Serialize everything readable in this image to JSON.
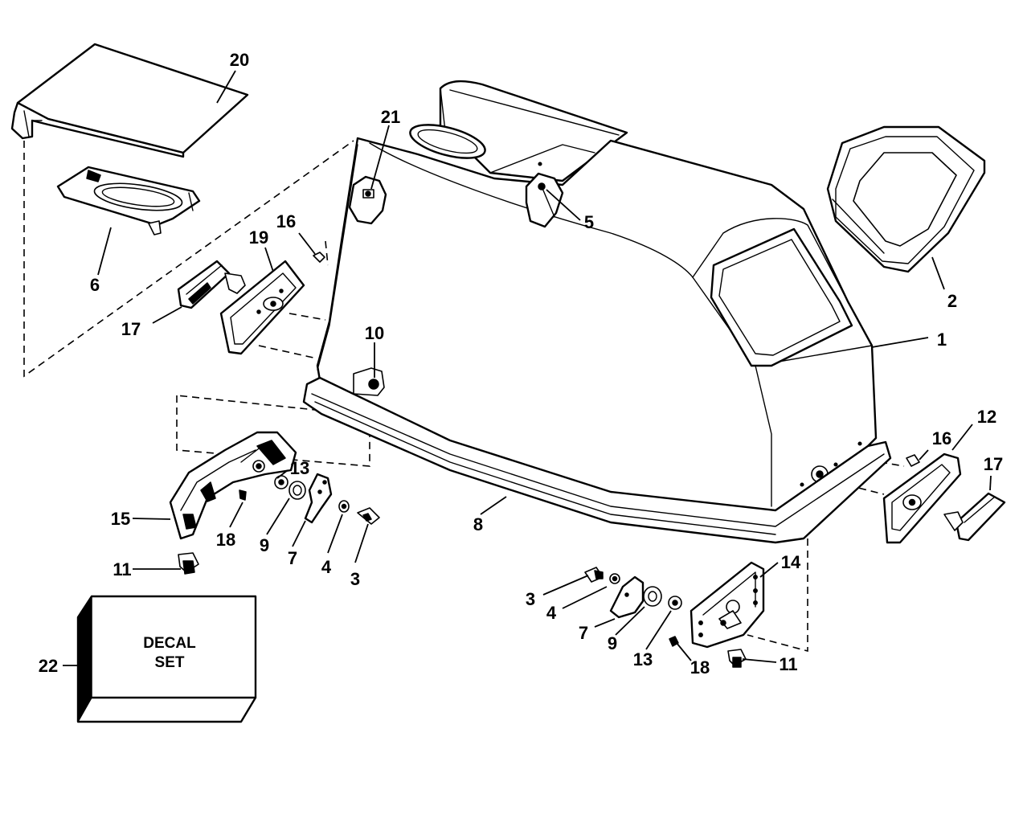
{
  "callouts": {
    "c1": "1",
    "c2": "2",
    "c3a": "3",
    "c3b": "3",
    "c4a": "4",
    "c4b": "4",
    "c5": "5",
    "c6": "6",
    "c7a": "7",
    "c7b": "7",
    "c8": "8",
    "c9a": "9",
    "c9b": "9",
    "c10": "10",
    "c11a": "11",
    "c11b": "11",
    "c12": "12",
    "c13a": "13",
    "c13b": "13",
    "c14": "14",
    "c15": "15",
    "c16a": "16",
    "c16b": "16",
    "c17a": "17",
    "c17b": "17",
    "c18a": "18",
    "c18b": "18",
    "c19": "19",
    "c20": "20",
    "c21": "21",
    "c22": "22"
  },
  "decal_box": {
    "line1": "DECAL",
    "line2": "SET"
  }
}
